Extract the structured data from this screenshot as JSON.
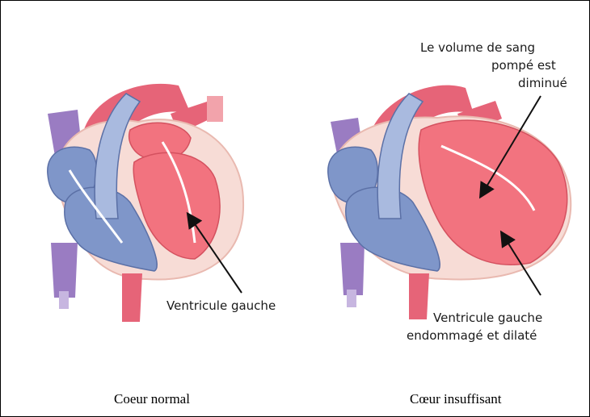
{
  "diagram": {
    "colors": {
      "frame": "#000000",
      "oxygenated": "#f2737f",
      "deoxygenated": "#7f96c9",
      "vein": "#9a7cc2",
      "muscle": "#f7dcd6",
      "arrow": "#111111"
    },
    "normal_heart": {
      "annotation": "Ventricule gauche",
      "caption": "Coeur normal"
    },
    "failing_heart": {
      "annotation_top_lines": [
        "Le volume de sang",
        "pompé est",
        "diminué"
      ],
      "annotation_bottom_lines": [
        "Ventricule gauche",
        "endommagé et dilaté"
      ],
      "caption": "Cœur insuffisant"
    }
  }
}
